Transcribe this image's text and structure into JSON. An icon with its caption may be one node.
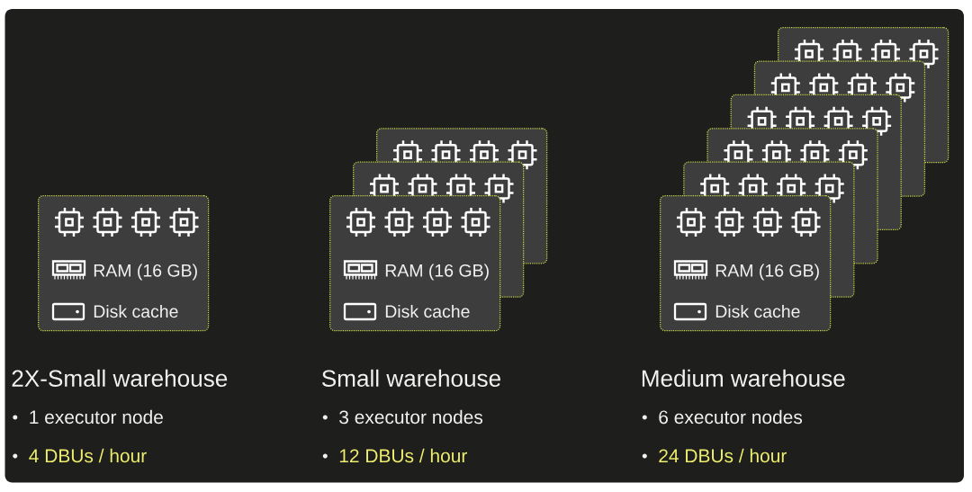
{
  "diagram": {
    "nodes": [
      {
        "text": [
          "RAM (16 GB)",
          "Disk cache"
        ],
        "beside": [
          "2X-Small warehouse",
          "1 executor node",
          "4 DBUs / hour"
        ]
      },
      {
        "text": [
          "RAM (16 GB)",
          "Disk cache"
        ],
        "beside": [
          "Small warehouse",
          "3 executor nodes",
          "12 DBUs / hour"
        ]
      },
      {
        "text": [],
        "shape": "box"
      },
      {
        "text": [],
        "shape": "box"
      },
      {
        "text": [
          "RAM (16 GB)",
          "Disk cache"
        ],
        "beside": [
          "Medium warehouse",
          "6 executor nodes",
          "24 DBUs / hour"
        ]
      },
      {
        "text": [],
        "shape": "box"
      },
      {
        "text": [],
        "shape": "box"
      },
      {
        "text": [],
        "shape": "box"
      },
      {
        "text": [],
        "shape": "box"
      },
      {
        "text": [],
        "shape": "box"
      }
    ]
  }
}
